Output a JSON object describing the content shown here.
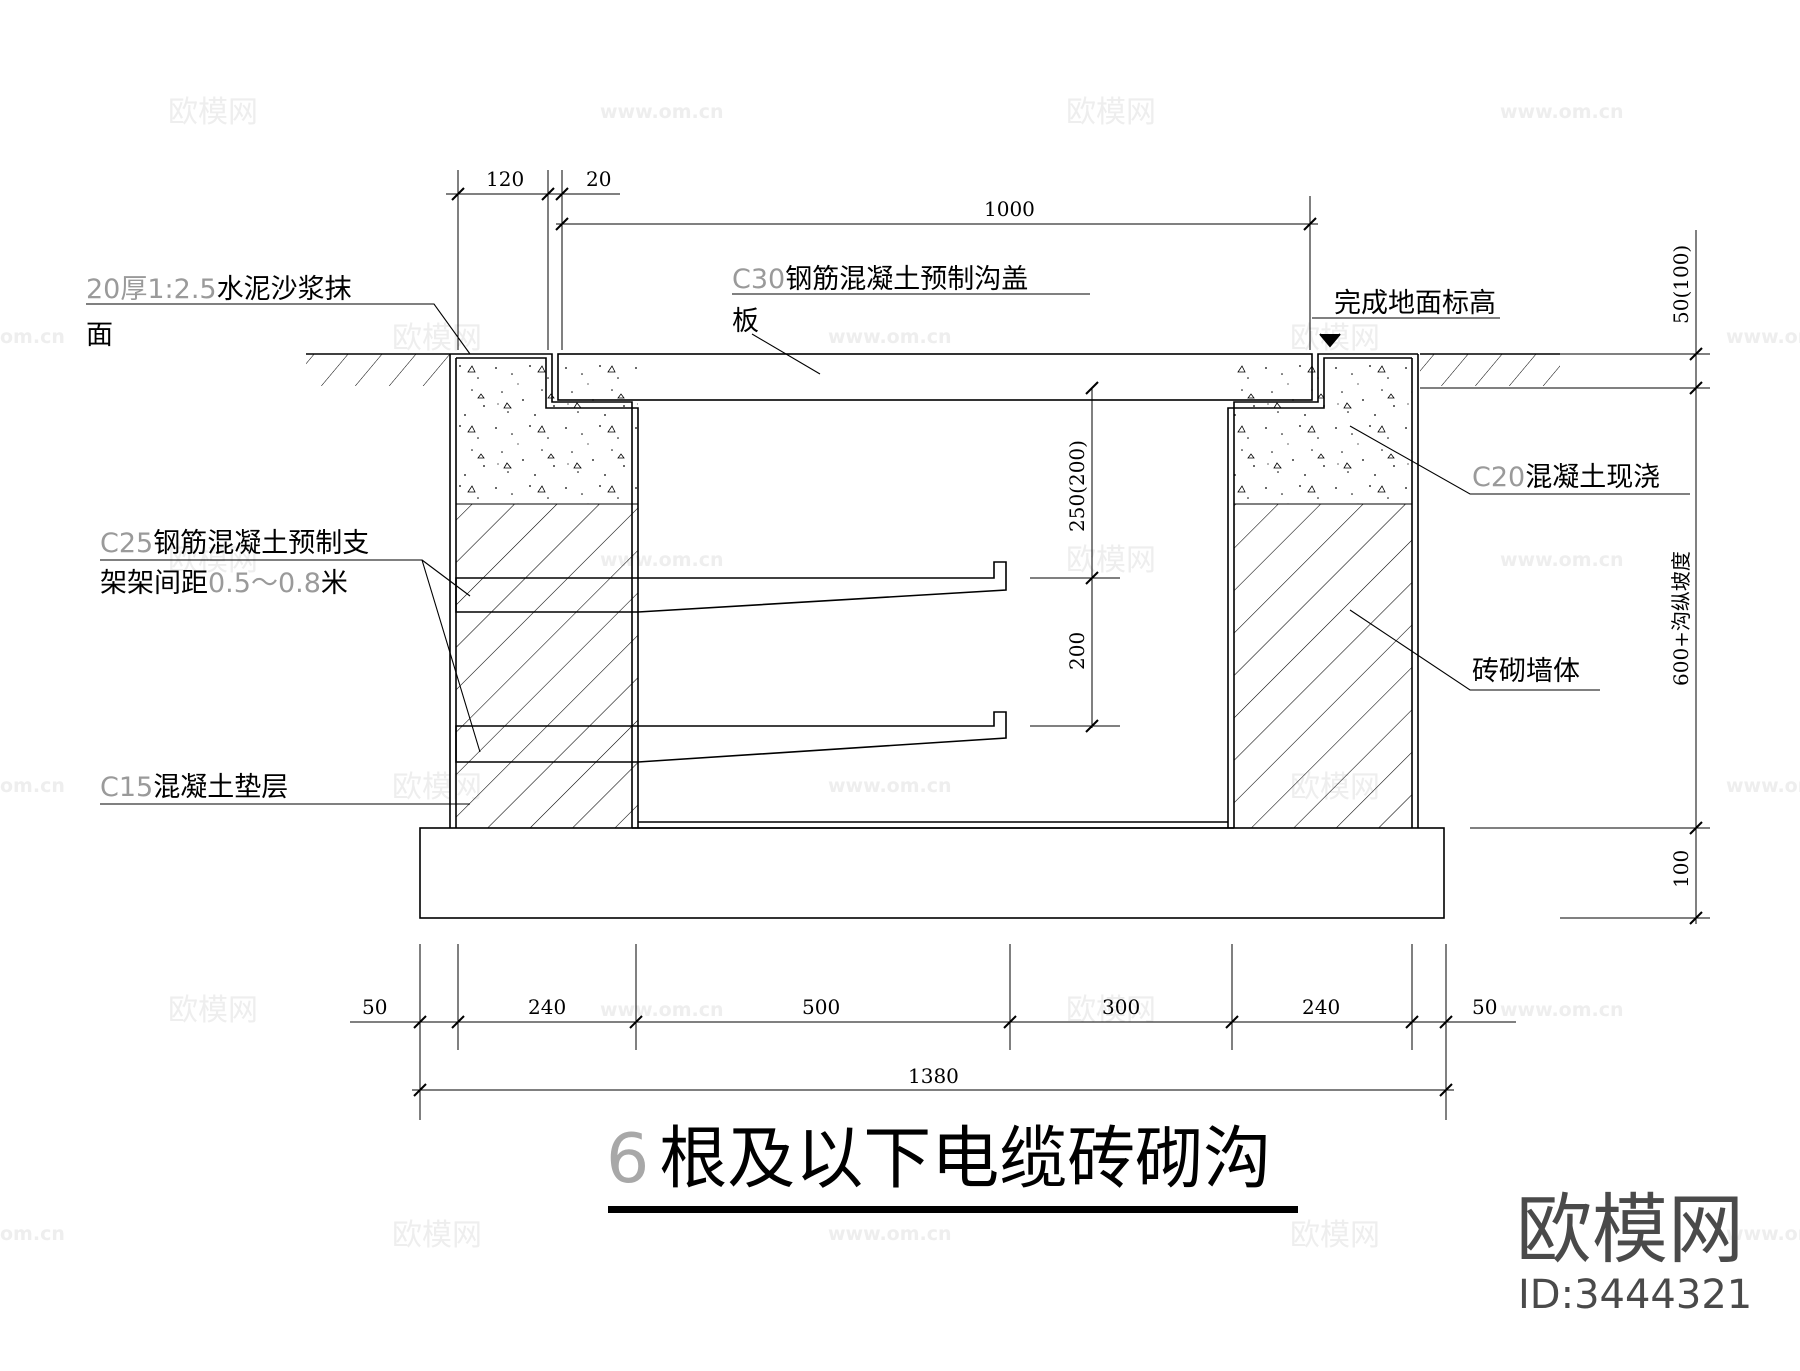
{
  "title": {
    "prefix": "6",
    "main": "根及以下电缆砖砌沟"
  },
  "labels": {
    "mortar_a": "20厚",
    "mortar_b": "1:2.5",
    "mortar_c": "水泥沙浆抹",
    "mortar_d": "面",
    "cover_a": "C30",
    "cover_b": "钢筋混凝土预制沟盖",
    "cover_c": "板",
    "finish": "完成地面标高",
    "c20_a": "C20",
    "c20_b": "混凝土现浇",
    "c25_a": "C25",
    "c25_b": "钢筋混凝土预制支",
    "c25_c": "架架间距",
    "c25_d": "0.5～0.8",
    "c25_e": "米",
    "brick": "砖砌墙体",
    "c15_a": "C15",
    "c15_b": "混凝土垫层"
  },
  "dimensions": {
    "top_120": "120",
    "top_20": "20",
    "top_1000": "1000",
    "bot_50l": "50",
    "bot_240l": "240",
    "bot_500": "500",
    "bot_300": "300",
    "bot_240r": "240",
    "bot_50r": "50",
    "bot_total": "1380",
    "right_50": "50(100)",
    "right_600": "600+沟纵坡度",
    "right_100": "100",
    "mid_250": "250(200)",
    "mid_200": "200"
  },
  "watermark": {
    "logo": "欧模网",
    "id": "ID:3444321",
    "site": "www.om.cn",
    "site_short": "om.cn"
  }
}
